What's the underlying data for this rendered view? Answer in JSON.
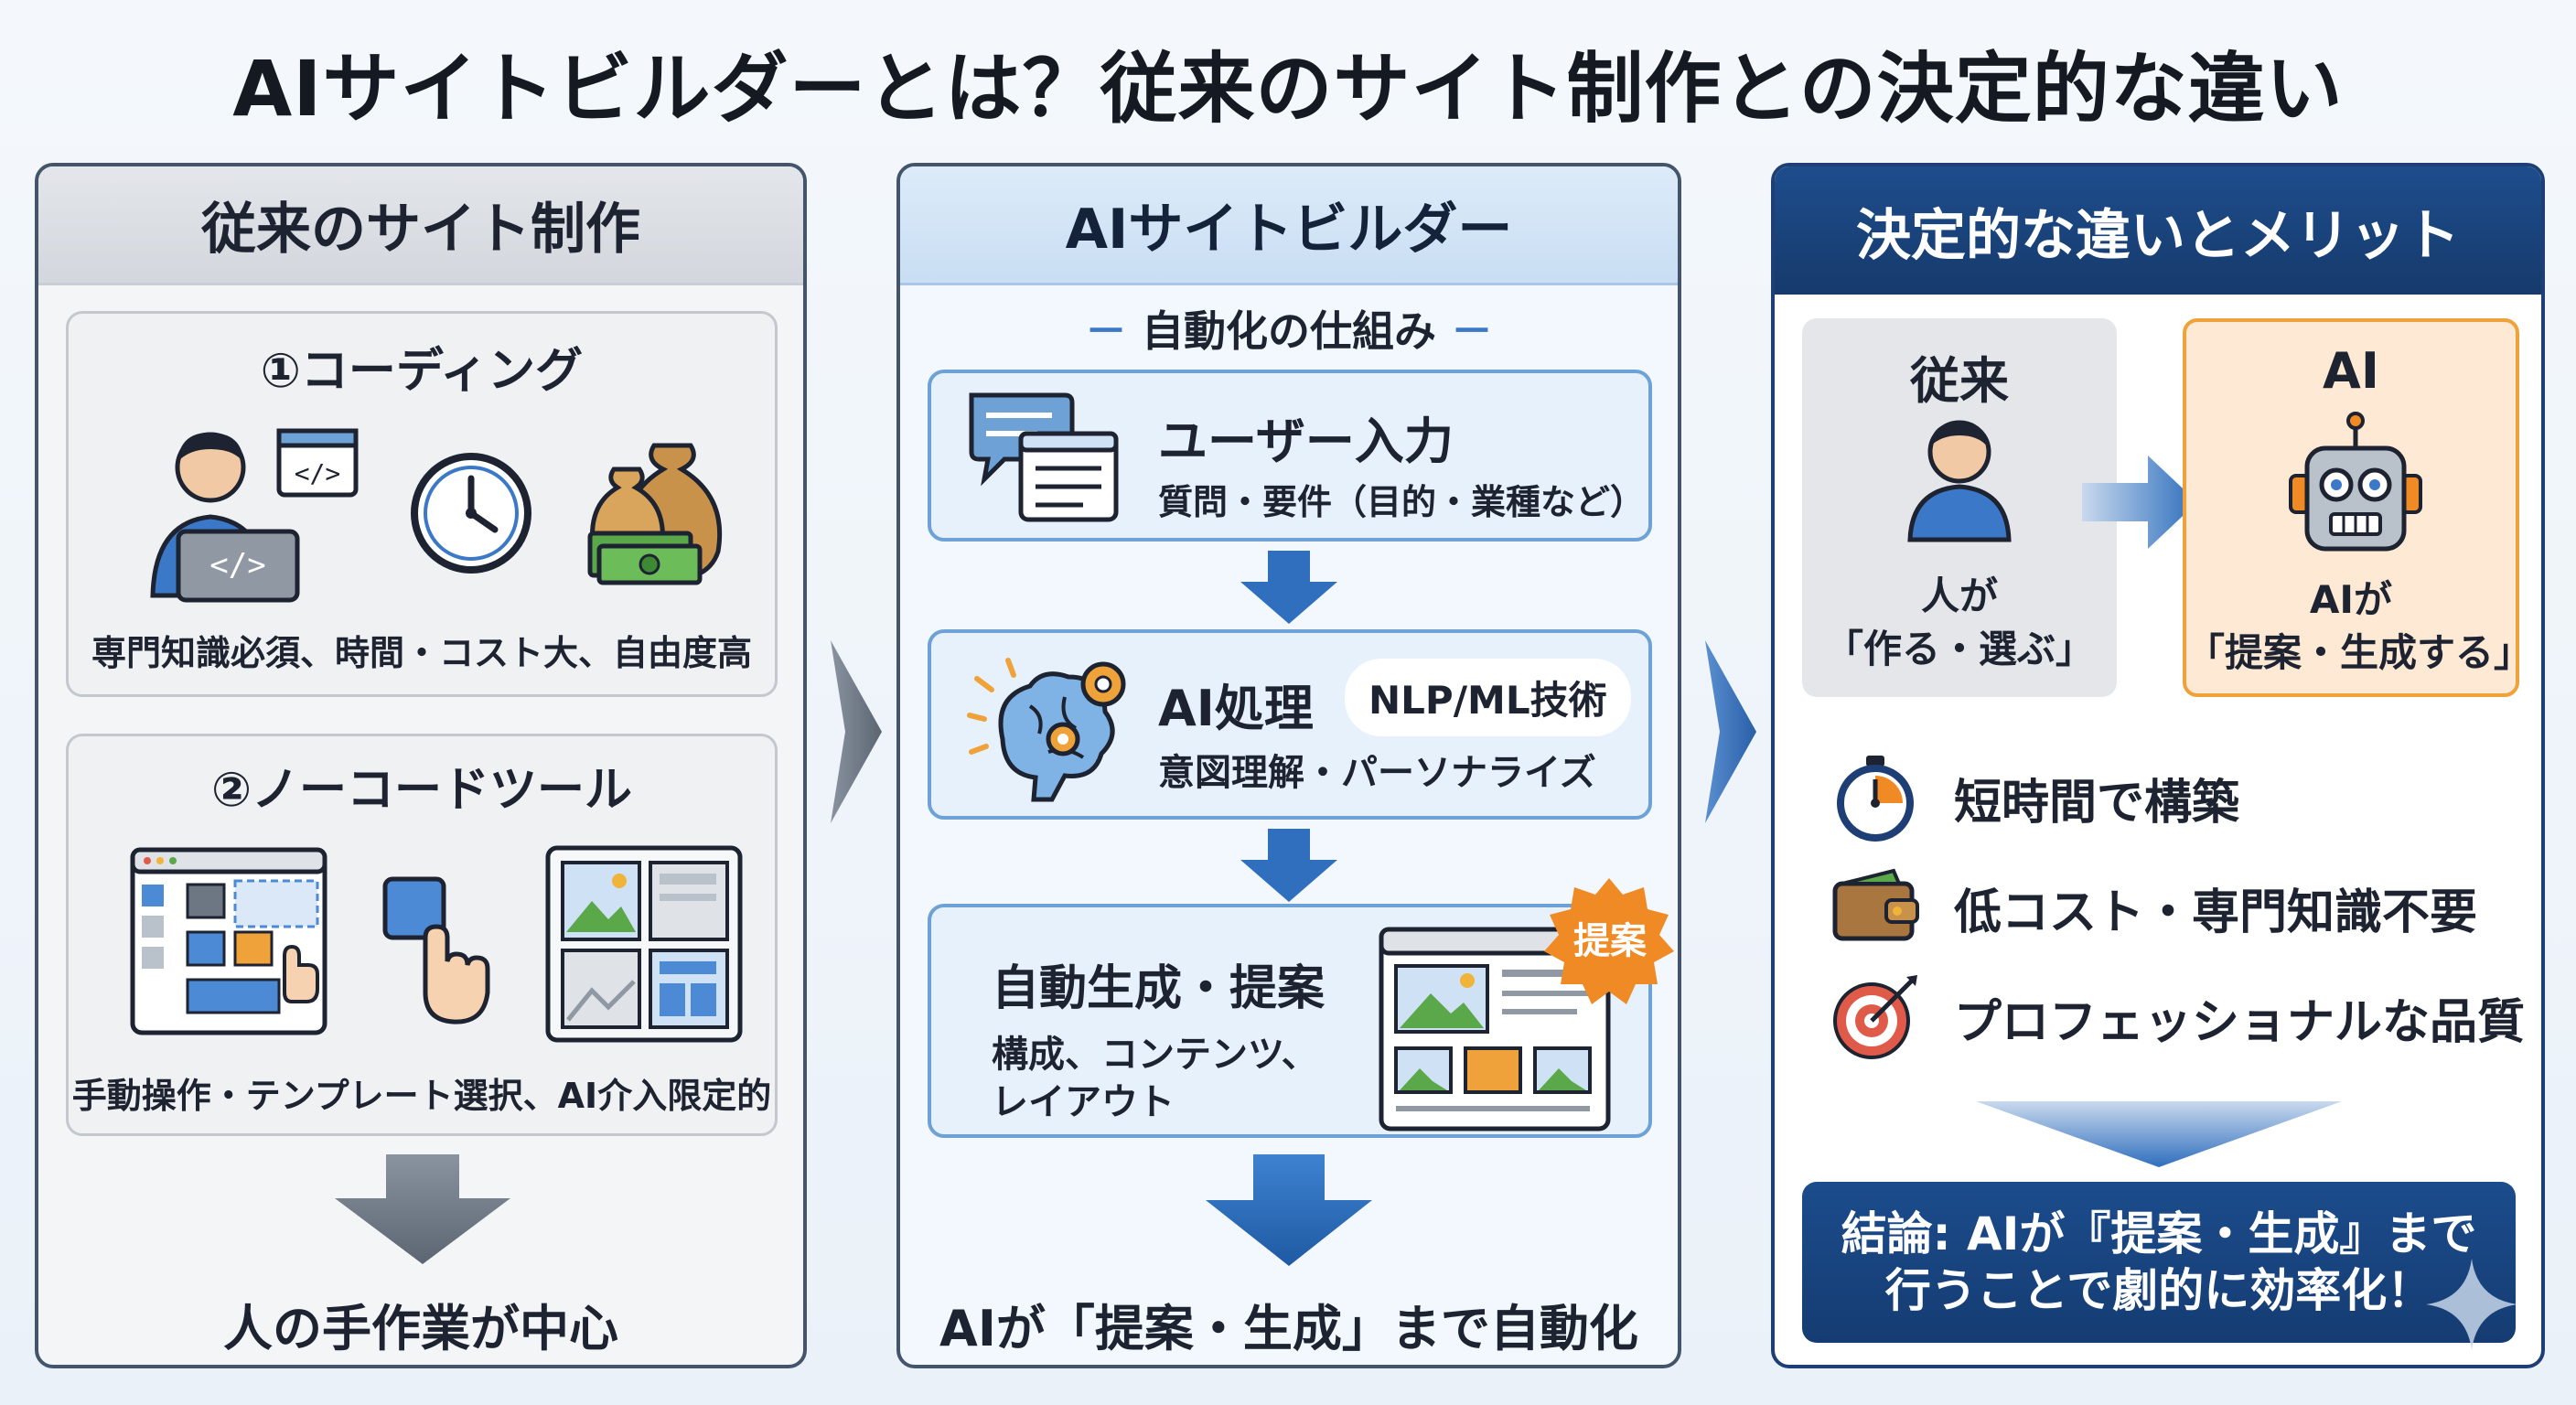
{
  "title": "AIサイトビルダーとは？従来のサイト制作との決定的な違い",
  "left": {
    "header": "従来のサイト制作",
    "coding": {
      "title": "①コーディング",
      "caption": "専門知識必須、時間・コスト大、自由度高"
    },
    "nocode": {
      "title": "②ノーコードツール",
      "caption": "手動操作・テンプレート選択、AI介入限定的"
    },
    "footer": "人の手作業が中心"
  },
  "middle": {
    "header": "AIサイトビルダー",
    "subheader": "自動化の仕組み",
    "step1": {
      "title": "ユーザー入力",
      "desc": "質問・要件（目的・業種など）"
    },
    "step2": {
      "title": "AI処理",
      "tag": "NLP/ML技術",
      "desc": "意図理解・パーソナライズ"
    },
    "step3": {
      "title": "自動生成・提案",
      "desc_line1": "構成、コンテンツ、",
      "desc_line2": "レイアウト",
      "badge": "提案"
    },
    "footer": "AIが「提案・生成」まで自動化"
  },
  "right": {
    "header": "決定的な違いとメリット",
    "traditional": {
      "label": "従来",
      "line1": "人が",
      "line2": "「作る・選ぶ」"
    },
    "ai": {
      "label": "AI",
      "line1": "AIが",
      "line2": "「提案・生成する」"
    },
    "merits": [
      {
        "icon": "stopwatch-icon",
        "label": "短時間で構築"
      },
      {
        "icon": "wallet-icon",
        "label": "低コスト・専門知識不要"
      },
      {
        "icon": "target-icon",
        "label": "プロフェッショナルな品質"
      }
    ],
    "conclusion_line1": "結論: AIが『提案・生成』まで",
    "conclusion_line2": "行うことで劇的に効率化！"
  },
  "colors": {
    "navy": "#1d3f75",
    "blue_arrow": "#2f6fbd",
    "gray_arrow": "#6b7480",
    "orange_accent": "#f08a24",
    "ai_box_bg": "#fde9d4",
    "trad_box_bg": "#e4e6ea"
  }
}
